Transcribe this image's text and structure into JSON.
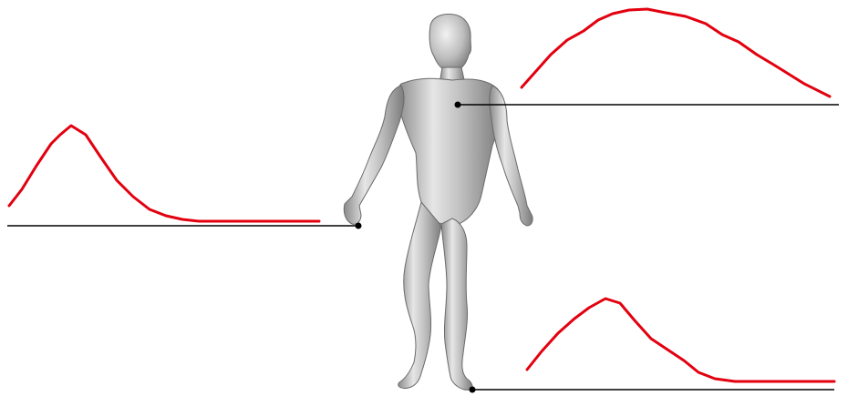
{
  "colors": {
    "background": "#ffffff",
    "curve": "#e3000f",
    "baseline": "#000000",
    "anchor_point": "#000000",
    "figure_light": "#e8e8e8",
    "figure_mid": "#b4b4b4",
    "figure_dark": "#7a7a7a",
    "figure_outline": "#6a6a6a"
  },
  "figure": {
    "icon": "human-figure-3d-mesh"
  },
  "annotations": [
    {
      "id": "hand",
      "anchor": "right-hand",
      "curve_shape": "narrow-peak"
    },
    {
      "id": "chest",
      "anchor": "chest",
      "curve_shape": "broad-peak"
    },
    {
      "id": "foot",
      "anchor": "right-foot",
      "curve_shape": "narrow-peak"
    }
  ]
}
